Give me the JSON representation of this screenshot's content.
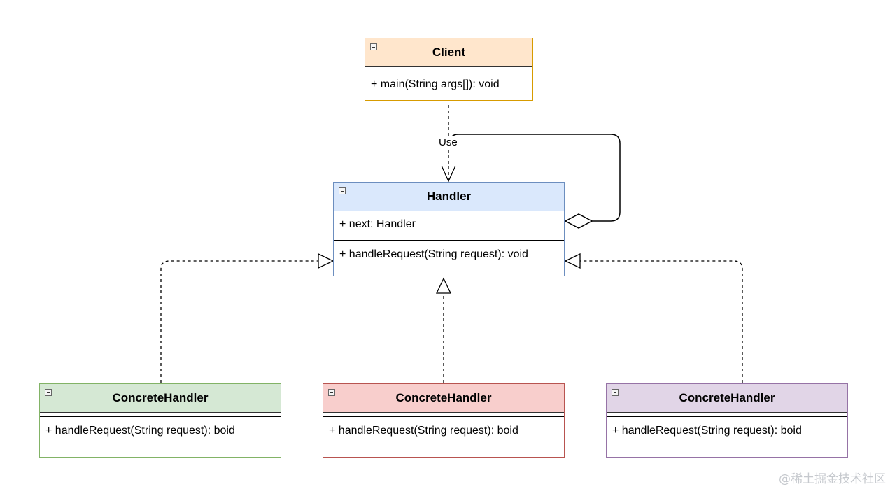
{
  "diagram": {
    "client": {
      "name": "Client",
      "methods": [
        "+ main(String args[]): void"
      ],
      "fill": "#ffe6cc",
      "border": "#d79b00"
    },
    "handler": {
      "name": "Handler",
      "attributes": [
        "+ next: Handler"
      ],
      "methods": [
        "+ handleRequest(String request): void"
      ],
      "fill": "#dae8fc",
      "border": "#6c8ebf"
    },
    "concrete_handlers": [
      {
        "name": "ConcreteHandler",
        "methods": [
          "+ handleRequest(String request): boid"
        ],
        "fill": "#d5e8d4",
        "border": "#82b366"
      },
      {
        "name": "ConcreteHandler",
        "methods": [
          "+ handleRequest(String request): boid"
        ],
        "fill": "#f8cecc",
        "border": "#b85450"
      },
      {
        "name": "ConcreteHandler",
        "methods": [
          "+ handleRequest(String request): boid"
        ],
        "fill": "#e1d5e7",
        "border": "#9673a6"
      }
    ],
    "edges": {
      "use_label": "Use"
    }
  },
  "watermark": "@稀土掘金技术社区"
}
